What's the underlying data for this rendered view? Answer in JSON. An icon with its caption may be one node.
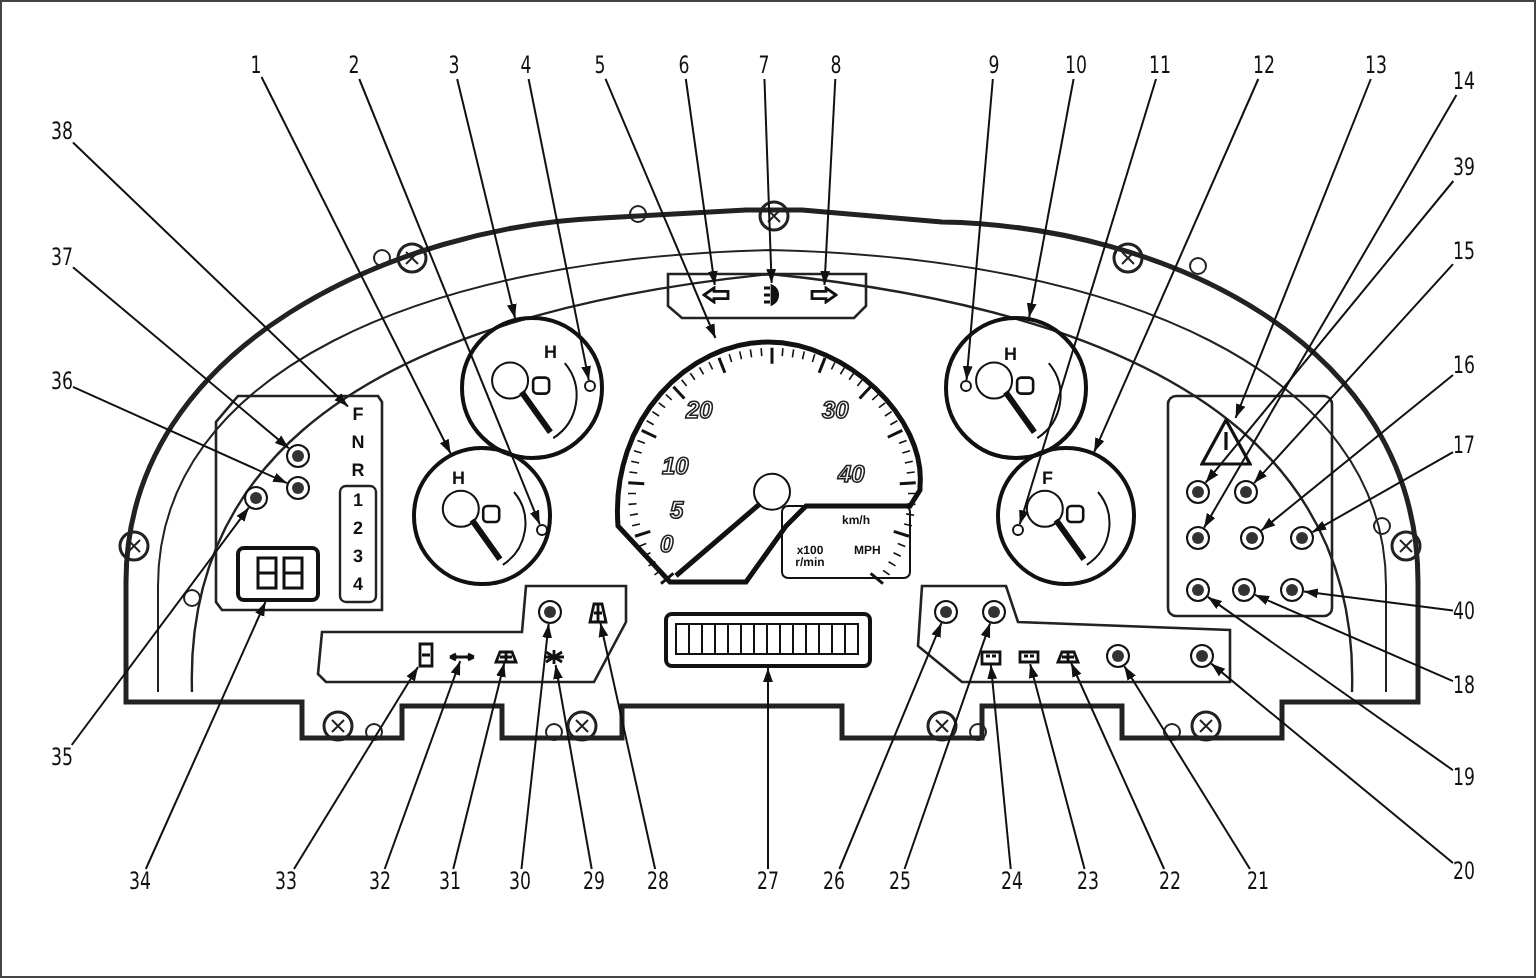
{
  "diagram": {
    "nodes": [
      {
        "text": [
          "1"
        ]
      },
      {
        "text": [
          "2"
        ]
      },
      {
        "text": [
          "3"
        ]
      },
      {
        "text": [
          "4"
        ]
      },
      {
        "text": [
          "5"
        ]
      },
      {
        "text": [
          "6"
        ]
      },
      {
        "text": [
          "7"
        ]
      },
      {
        "text": [
          "8"
        ]
      },
      {
        "text": [
          "9"
        ]
      },
      {
        "text": [
          "10"
        ]
      },
      {
        "text": [
          "11"
        ]
      },
      {
        "text": [
          "12"
        ]
      },
      {
        "text": [
          "13"
        ]
      },
      {
        "text": [
          "14"
        ]
      },
      {
        "text": [
          "15"
        ]
      },
      {
        "text": [
          "16"
        ]
      },
      {
        "text": [
          "17"
        ]
      },
      {
        "text": [
          "18"
        ]
      },
      {
        "text": [
          "19"
        ]
      },
      {
        "text": [
          "20"
        ]
      },
      {
        "text": [
          "21"
        ]
      },
      {
        "text": [
          "22"
        ]
      },
      {
        "text": [
          "23"
        ]
      },
      {
        "text": [
          "24"
        ]
      },
      {
        "text": [
          "25"
        ]
      },
      {
        "text": [
          "26"
        ]
      },
      {
        "text": [
          "27"
        ]
      },
      {
        "text": [
          "28"
        ]
      },
      {
        "text": [
          "29"
        ]
      },
      {
        "text": [
          "30"
        ]
      },
      {
        "text": [
          "31"
        ]
      },
      {
        "text": [
          "32"
        ]
      },
      {
        "text": [
          "33"
        ]
      },
      {
        "text": [
          "34"
        ]
      },
      {
        "text": [
          "35"
        ]
      },
      {
        "text": [
          "36"
        ]
      },
      {
        "text": [
          "37"
        ]
      },
      {
        "text": [
          "38"
        ]
      },
      {
        "text": [
          "39"
        ]
      },
      {
        "text": [
          "40"
        ]
      },
      {
        "text": [
          "H"
        ]
      },
      {
        "text": [
          "H"
        ]
      },
      {
        "text": [],
        "shape": "circle",
        "in": 40
      },
      {
        "text": [],
        "shape": "circle",
        "in": 41
      },
      {
        "text": [
          "20",
          "10",
          "30",
          "5",
          "0",
          "40",
          "km/h",
          "x100 r/min",
          "MPH"
        ]
      },
      {
        "text": [],
        "shape": "picture"
      },
      {
        "text": [],
        "shape": "picture"
      },
      {
        "text": [],
        "shape": "picture"
      },
      {
        "text": [
          "H"
        ]
      },
      {
        "text": [],
        "shape": "circle",
        "in": 48
      },
      {
        "text": [
          "F"
        ]
      },
      {
        "text": [],
        "shape": "circle",
        "in": 50
      },
      {
        "text": [],
        "shape": "triangle"
      },
      {
        "text": [],
        "shape": "circle"
      },
      {
        "text": [],
        "shape": "circle"
      },
      {
        "text": [],
        "shape": "circle"
      },
      {
        "text": [],
        "shape": "circle"
      },
      {
        "text": [],
        "shape": "circle"
      },
      {
        "text": [],
        "shape": "circle"
      },
      {
        "text": [],
        "shape": "circle"
      },
      {
        "text": [],
        "shape": "circle"
      },
      {
        "text": [],
        "shape": "circle"
      },
      {
        "text": [],
        "shape": "circle"
      },
      {
        "text": [],
        "shape": "picture"
      },
      {
        "text": [],
        "shape": "picture"
      },
      {
        "text": [],
        "shape": "picture"
      },
      {
        "text": [],
        "shape": "circle"
      },
      {
        "text": [],
        "shape": "circle"
      },
      {
        "text": [],
        "shape": "box"
      },
      {
        "text": [],
        "shape": "picture"
      },
      {
        "text": [],
        "shape": "picture"
      },
      {
        "text": [],
        "shape": "circle"
      },
      {
        "text": [],
        "shape": "picture"
      },
      {
        "text": [],
        "shape": "picture"
      },
      {
        "text": [],
        "shape": "picture"
      },
      {
        "text": [],
        "shape": "box"
      },
      {
        "text": [],
        "shape": "circle"
      },
      {
        "text": [],
        "shape": "circle"
      },
      {
        "text": [],
        "shape": "circle"
      },
      {
        "text": [
          "F"
        ]
      }
    ],
    "edges": [
      {
        "from": 0,
        "to": 40,
        "arrow": "to"
      },
      {
        "from": 1,
        "to": 42,
        "arrow": "to"
      },
      {
        "from": 2,
        "to": 41,
        "arrow": "to"
      },
      {
        "from": 3,
        "to": 43,
        "arrow": "to"
      },
      {
        "from": 4,
        "to": 44,
        "arrow": "to"
      },
      {
        "from": 5,
        "to": 45,
        "arrow": "to"
      },
      {
        "from": 6,
        "to": 46,
        "arrow": "to"
      },
      {
        "from": 7,
        "to": 47,
        "arrow": "to"
      },
      {
        "from": 8,
        "to": 49,
        "arrow": "to"
      },
      {
        "from": 9,
        "to": 48,
        "arrow": "to"
      },
      {
        "from": 10,
        "to": 51,
        "arrow": "to"
      },
      {
        "from": 11,
        "to": 50,
        "arrow": "to"
      },
      {
        "from": 12,
        "to": 52,
        "arrow": "to"
      },
      {
        "from": 13,
        "to": 53,
        "arrow": "to"
      },
      {
        "from": 14,
        "to": 55,
        "arrow": "to"
      },
      {
        "from": 15,
        "to": 56,
        "arrow": "to"
      },
      {
        "from": 16,
        "to": 57,
        "arrow": "to"
      },
      {
        "from": 17,
        "to": 59,
        "arrow": "to"
      },
      {
        "from": 18,
        "to": 58,
        "arrow": "to"
      },
      {
        "from": 19,
        "to": 61,
        "arrow": "to"
      },
      {
        "from": 20,
        "to": 62,
        "arrow": "to"
      },
      {
        "from": 21,
        "to": 63,
        "arrow": "to"
      },
      {
        "from": 22,
        "to": 64,
        "arrow": "to"
      },
      {
        "from": 23,
        "to": 65,
        "arrow": "to"
      },
      {
        "from": 24,
        "to": 66,
        "arrow": "to"
      },
      {
        "from": 25,
        "to": 67,
        "arrow": "to"
      },
      {
        "from": 26,
        "to": 68,
        "arrow": "to"
      },
      {
        "from": 27,
        "to": 69,
        "arrow": "to"
      },
      {
        "from": 28,
        "to": 70,
        "arrow": "to"
      },
      {
        "from": 29,
        "to": 71,
        "arrow": "to"
      },
      {
        "from": 30,
        "to": 72,
        "arrow": "to"
      },
      {
        "from": 31,
        "to": 73,
        "arrow": "to"
      },
      {
        "from": 32,
        "to": 74,
        "arrow": "to"
      },
      {
        "from": 33,
        "to": 75,
        "arrow": "to"
      },
      {
        "from": 34,
        "to": 76,
        "arrow": "to"
      },
      {
        "from": 35,
        "to": 77,
        "arrow": "to"
      },
      {
        "from": 36,
        "to": 78,
        "arrow": "to"
      },
      {
        "from": 37,
        "to": 79,
        "arrow": "to"
      },
      {
        "from": 38,
        "to": 54,
        "arrow": "to"
      },
      {
        "from": 39,
        "to": 60,
        "arrow": "to"
      }
    ],
    "labels": [
      "N",
      "R",
      "1",
      "2",
      "3",
      "4"
    ]
  }
}
